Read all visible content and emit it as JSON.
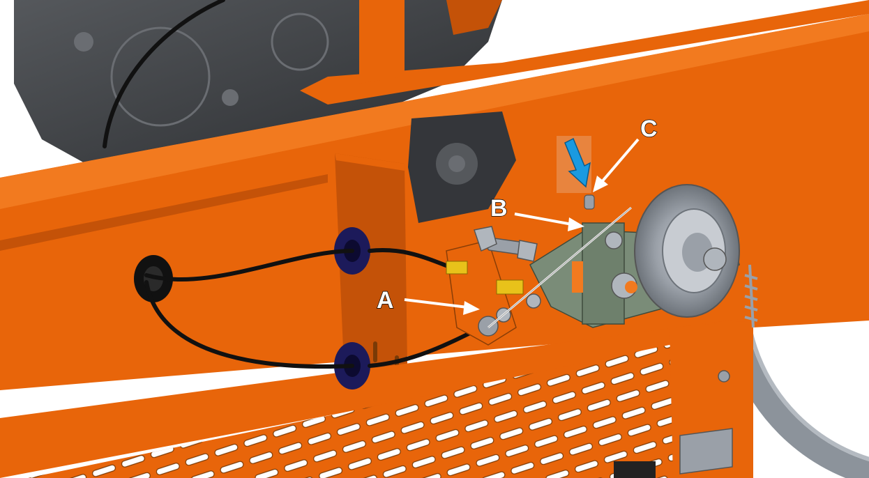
{
  "image": {
    "subject": "cable-routing-assembly-on-orange-frame",
    "colors": {
      "frame_orange": "#e8650a",
      "frame_orange_dark": "#c45208",
      "frame_orange_light": "#f27a1f",
      "engine_gray": "#3a3c3f",
      "bracket_green": "#7a8c78",
      "pulley_gray": "#9aa0a8",
      "cable_black": "#111111",
      "grommet_navy": "#1c1a5a",
      "spring_yellow": "#e8c21a",
      "arrow_blue": "#1a9ae0",
      "callout_white": "#ffffff"
    }
  },
  "callouts": {
    "a": {
      "label": "A"
    },
    "b": {
      "label": "B"
    },
    "c": {
      "label": "C"
    }
  },
  "indicator": {
    "icon": "down-arrow-icon"
  }
}
